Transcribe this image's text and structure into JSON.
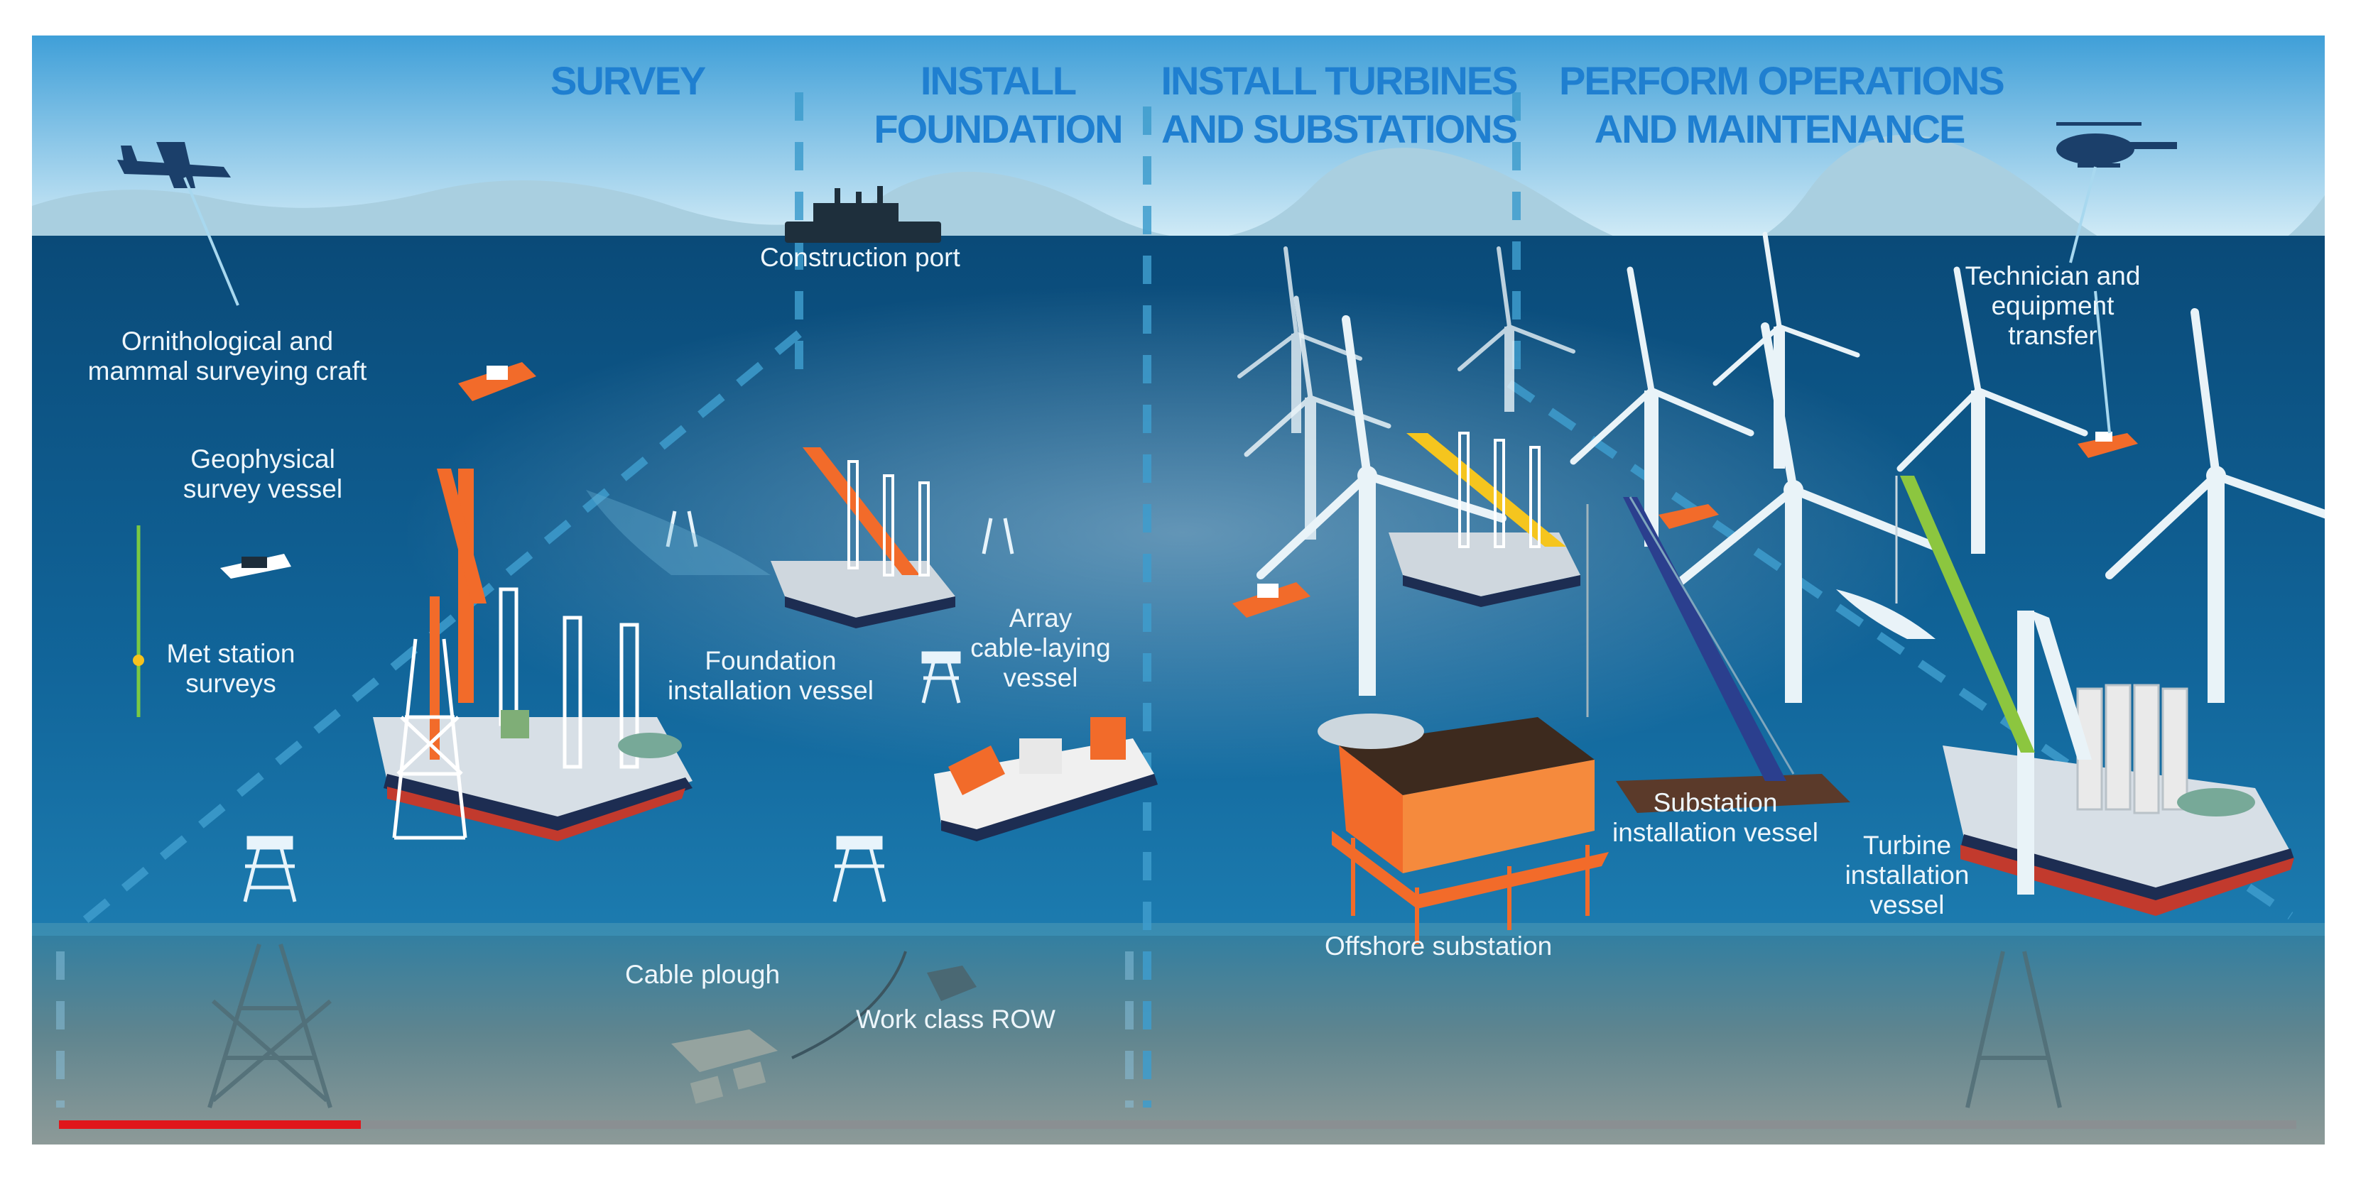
{
  "phases": {
    "survey": "SURVEY",
    "install_foundation": [
      "INSTALL",
      "FOUNDATION"
    ],
    "install_turbines": [
      "INSTALL TURBINES",
      "AND SUBSTATIONS"
    ],
    "operations": [
      "PERFORM OPERATIONS",
      "AND MAINTENANCE"
    ]
  },
  "labels": {
    "construction_port": "Construction port",
    "ornithological": [
      "Ornithological and",
      "mammal surveying craft"
    ],
    "geophysical": [
      "Geophysical",
      "survey vessel"
    ],
    "met_station": [
      "Met station",
      "surveys"
    ],
    "foundation_vessel": [
      "Foundation",
      "installation vessel"
    ],
    "array_cable": [
      "Array",
      "cable-laying",
      "vessel"
    ],
    "cable_plough": "Cable plough",
    "work_class_row": "Work class ROW",
    "offshore_substation": "Offshore substation",
    "substation_vessel": [
      "Substation",
      "installation vessel"
    ],
    "turbine_vessel": [
      "Turbine",
      "installation",
      "vessel"
    ],
    "technician": [
      "Technician and",
      "equipment",
      "transfer"
    ]
  },
  "progress": {
    "fraction": 0.135
  },
  "colors": {
    "sky_top": "#4aa7dd",
    "sky_bottom": "#cde9f6",
    "sea_top": "#0b4e7d",
    "sea_bottom": "#1a75a8",
    "seabed": "#7c8e93",
    "phase_text": "#1f7fd0",
    "accent_orange": "#f26b2a",
    "progress_red": "#e0161b"
  }
}
